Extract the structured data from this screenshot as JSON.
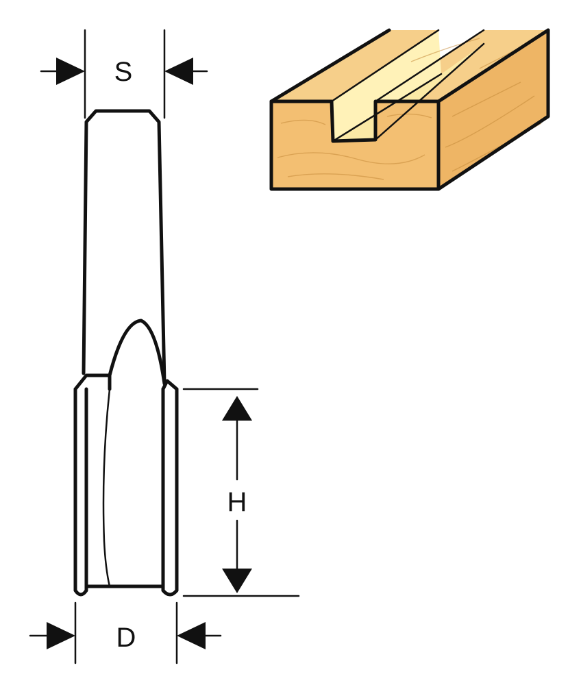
{
  "labels": {
    "shank_diameter": "S",
    "cutting_height": "H",
    "cutting_diameter": "D"
  },
  "colors": {
    "outline": "#111111",
    "wood_front": "#f3bf72",
    "wood_top": "#f6cf8a",
    "wood_side": "#eeb565",
    "groove_floor": "#fbe9a6",
    "groove_wall": "#fff2b8",
    "grain": "#c58a3a"
  }
}
